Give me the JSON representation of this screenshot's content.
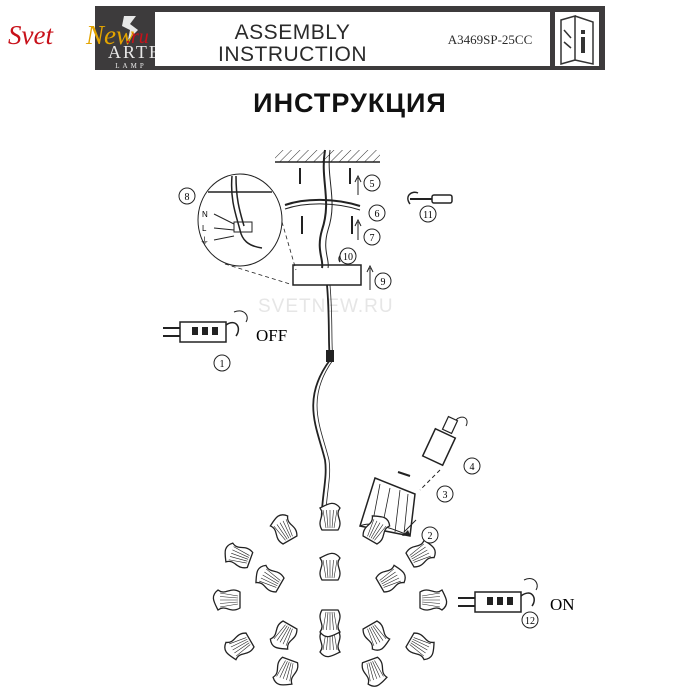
{
  "header": {
    "logo_svet": "Svet",
    "logo_new": "New",
    "logo_ru": ".ru",
    "brand_name": "ARTE",
    "brand_sub": "LAMP",
    "title_line1": "ASSEMBLY",
    "title_line2": "INSTRUCTION",
    "model_code": "A3469SP-25CC"
  },
  "title": "ИНСТРУКЦИЯ",
  "watermark": "SVETNEW.RU",
  "diagram": {
    "switch_off_label": "OFF",
    "switch_on_label": "ON",
    "wire_labels": [
      "N",
      "L",
      "⏚"
    ],
    "steps": [
      "1",
      "2",
      "3",
      "4",
      "5",
      "6",
      "7",
      "8",
      "9",
      "10",
      "11",
      "12"
    ]
  },
  "colors": {
    "header_bg": "#3d3b3c",
    "logo_red": "#c8111a",
    "logo_yellow": "#e3a400",
    "line": "#222222"
  },
  "icons": [
    "manual-info-icon",
    "tools-icon"
  ]
}
